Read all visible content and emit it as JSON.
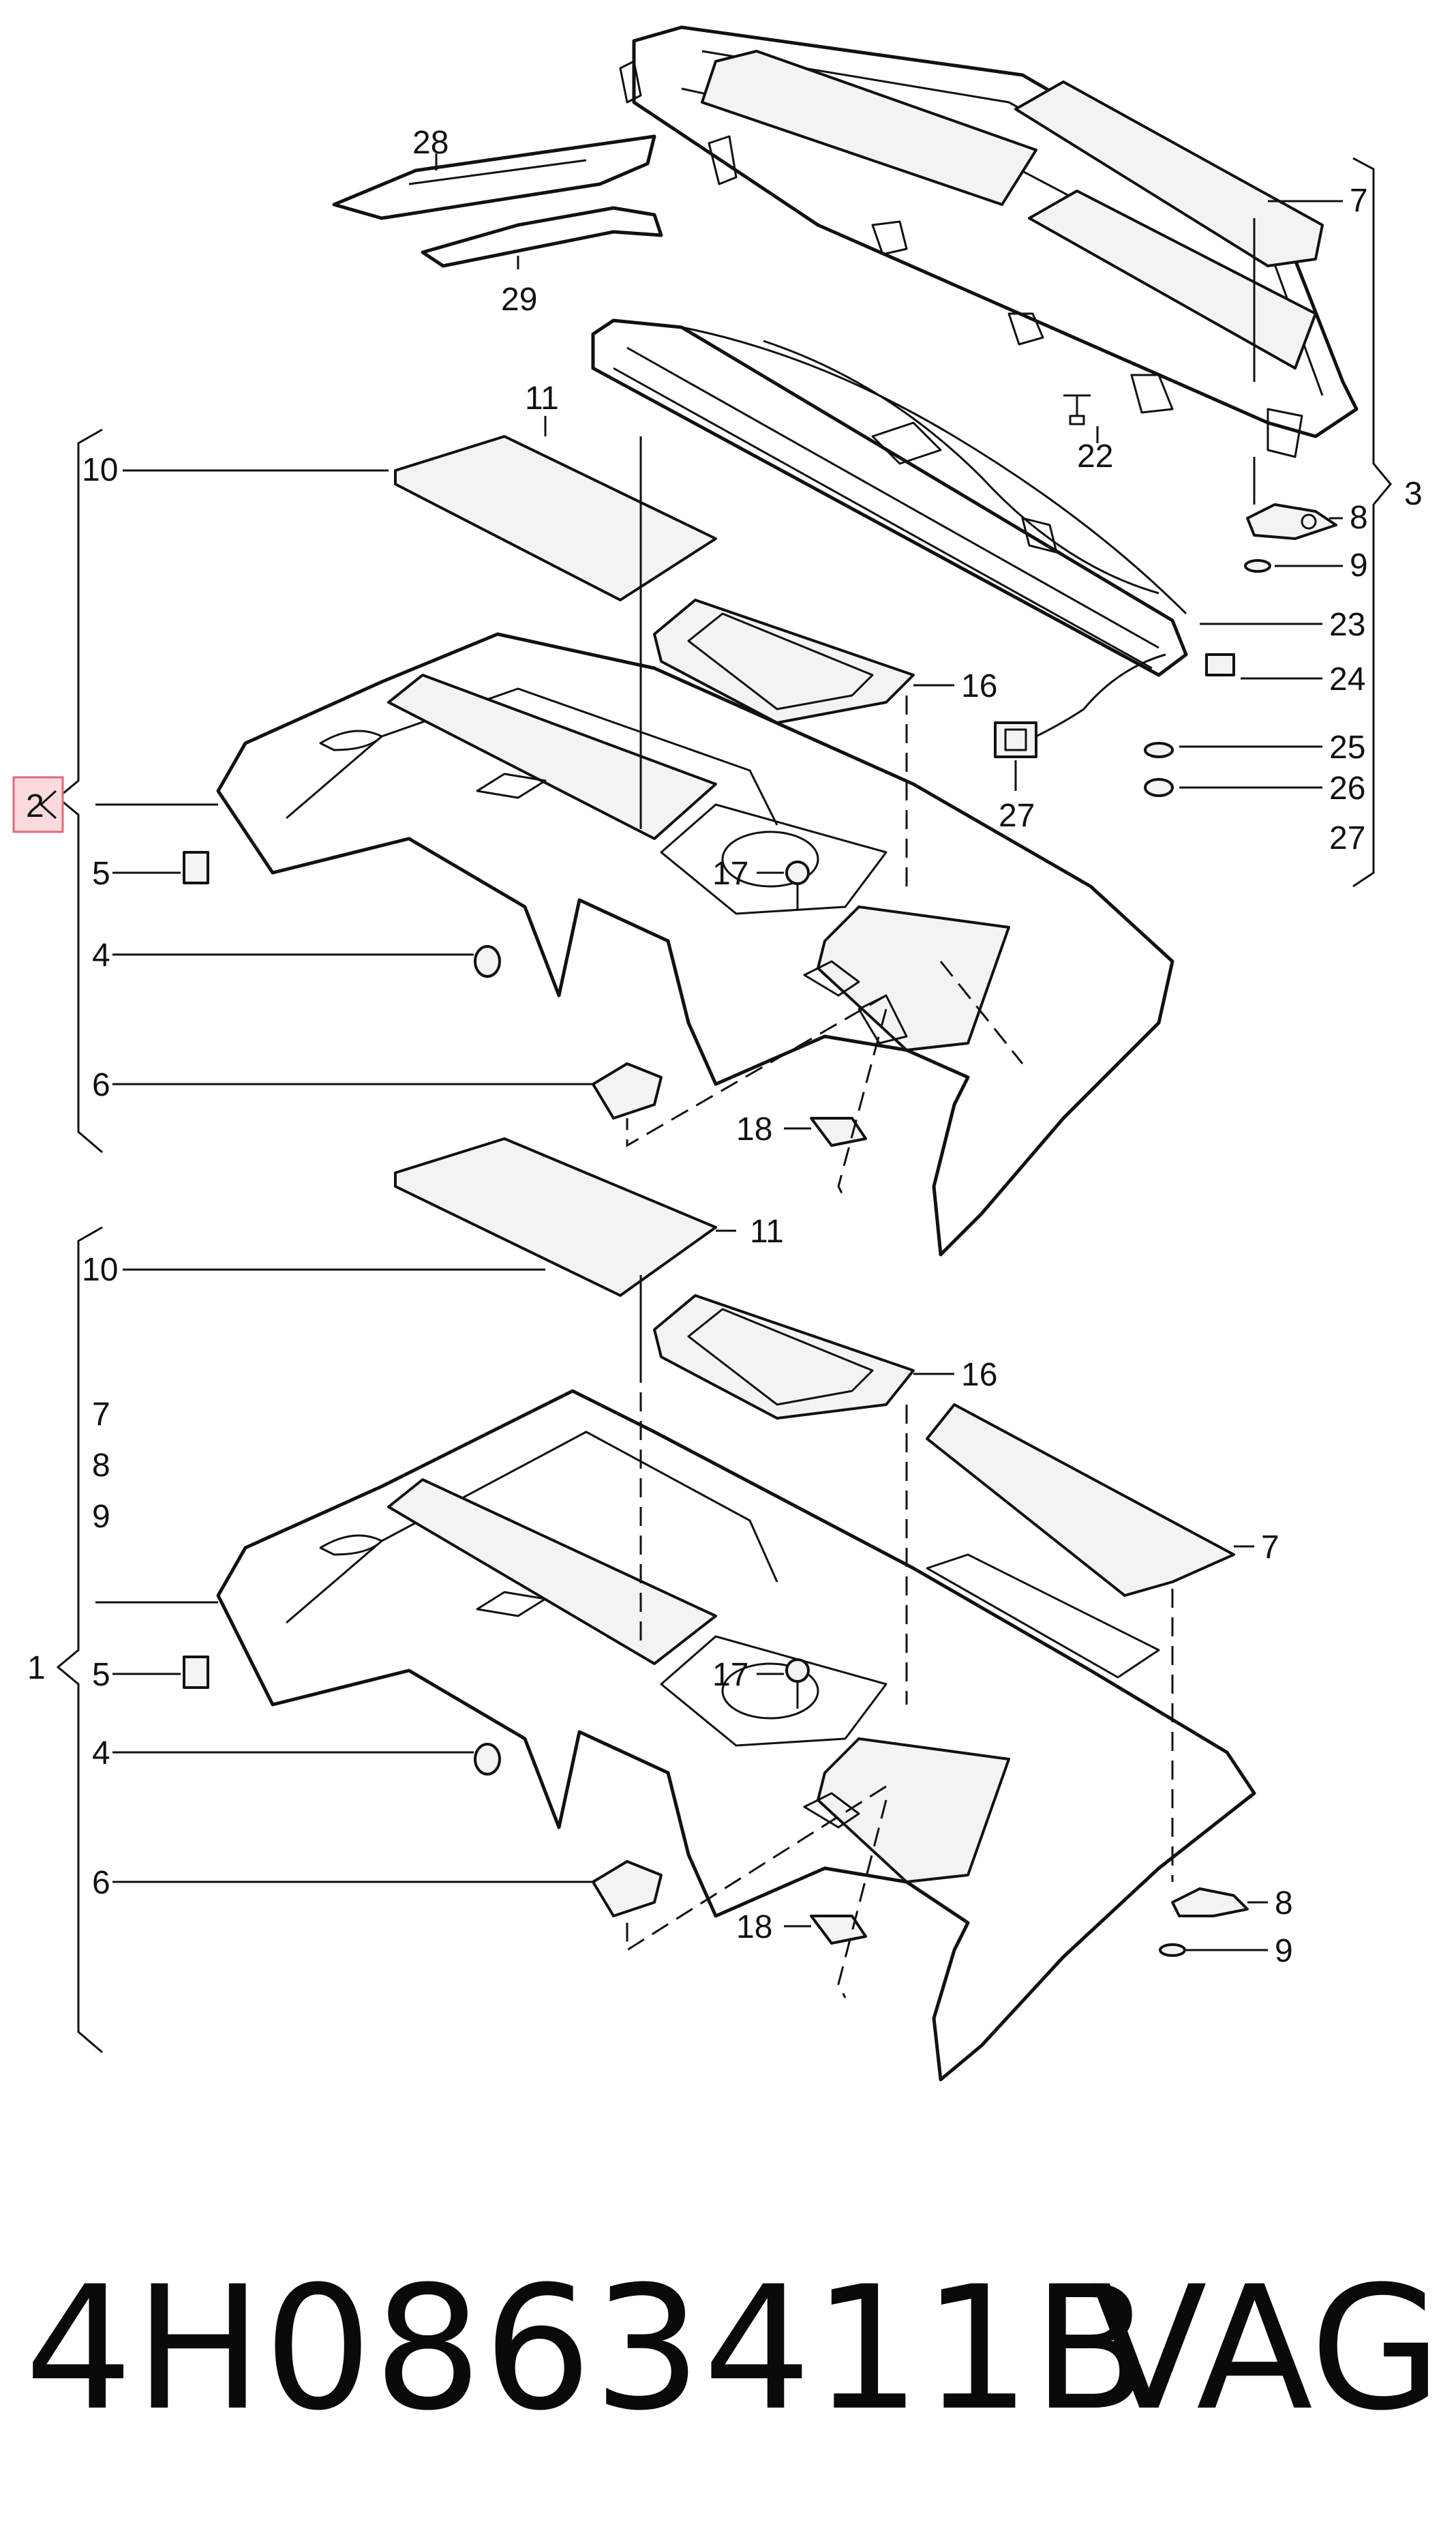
{
  "callouts": {
    "n1": "1",
    "n2": "2",
    "n3": "3",
    "n4": "4",
    "n5": "5",
    "n6": "6",
    "n7": "7",
    "n8": "8",
    "n9": "9",
    "n10": "10",
    "n11": "11",
    "n16": "16",
    "n17": "17",
    "n18": "18",
    "n22": "22",
    "n23": "23",
    "n24": "24",
    "n25": "25",
    "n26": "26",
    "n27": "27",
    "n28": "28",
    "n29": "29"
  },
  "caption": {
    "part_number": "4H0863411B",
    "brand": "VAG"
  },
  "colors": {
    "line": "#111111",
    "highlight_fill": "#fadadd",
    "highlight_border": "#e06a78"
  }
}
